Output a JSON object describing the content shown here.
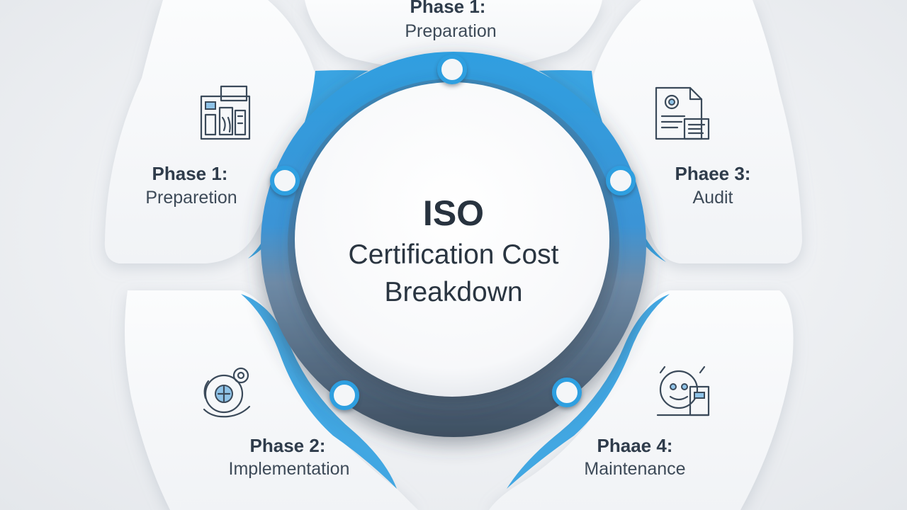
{
  "center": {
    "title": "ISO",
    "subtitle_line1": "Certification Cost",
    "subtitle_line2": "Breakdown"
  },
  "phases": [
    {
      "title": "Phase 1:",
      "subtitle": "Preparation",
      "icon": ""
    },
    {
      "title": "Phase 1:",
      "subtitle": "Preparetion",
      "icon": "factory-icon"
    },
    {
      "title": "Phaee 3:",
      "subtitle": "Audit",
      "icon": "document-icon"
    },
    {
      "title": "Phase 2:",
      "subtitle": "Implementation",
      "icon": "settings-hand-icon"
    },
    {
      "title": "Phaae 4:",
      "subtitle": "Maintenance",
      "icon": "robot-device-icon"
    }
  ],
  "colors": {
    "accent_blue": "#2f9fe0",
    "ring_dark": "#55708a",
    "card": "#f8f9fb",
    "text": "#2f3c4b"
  }
}
